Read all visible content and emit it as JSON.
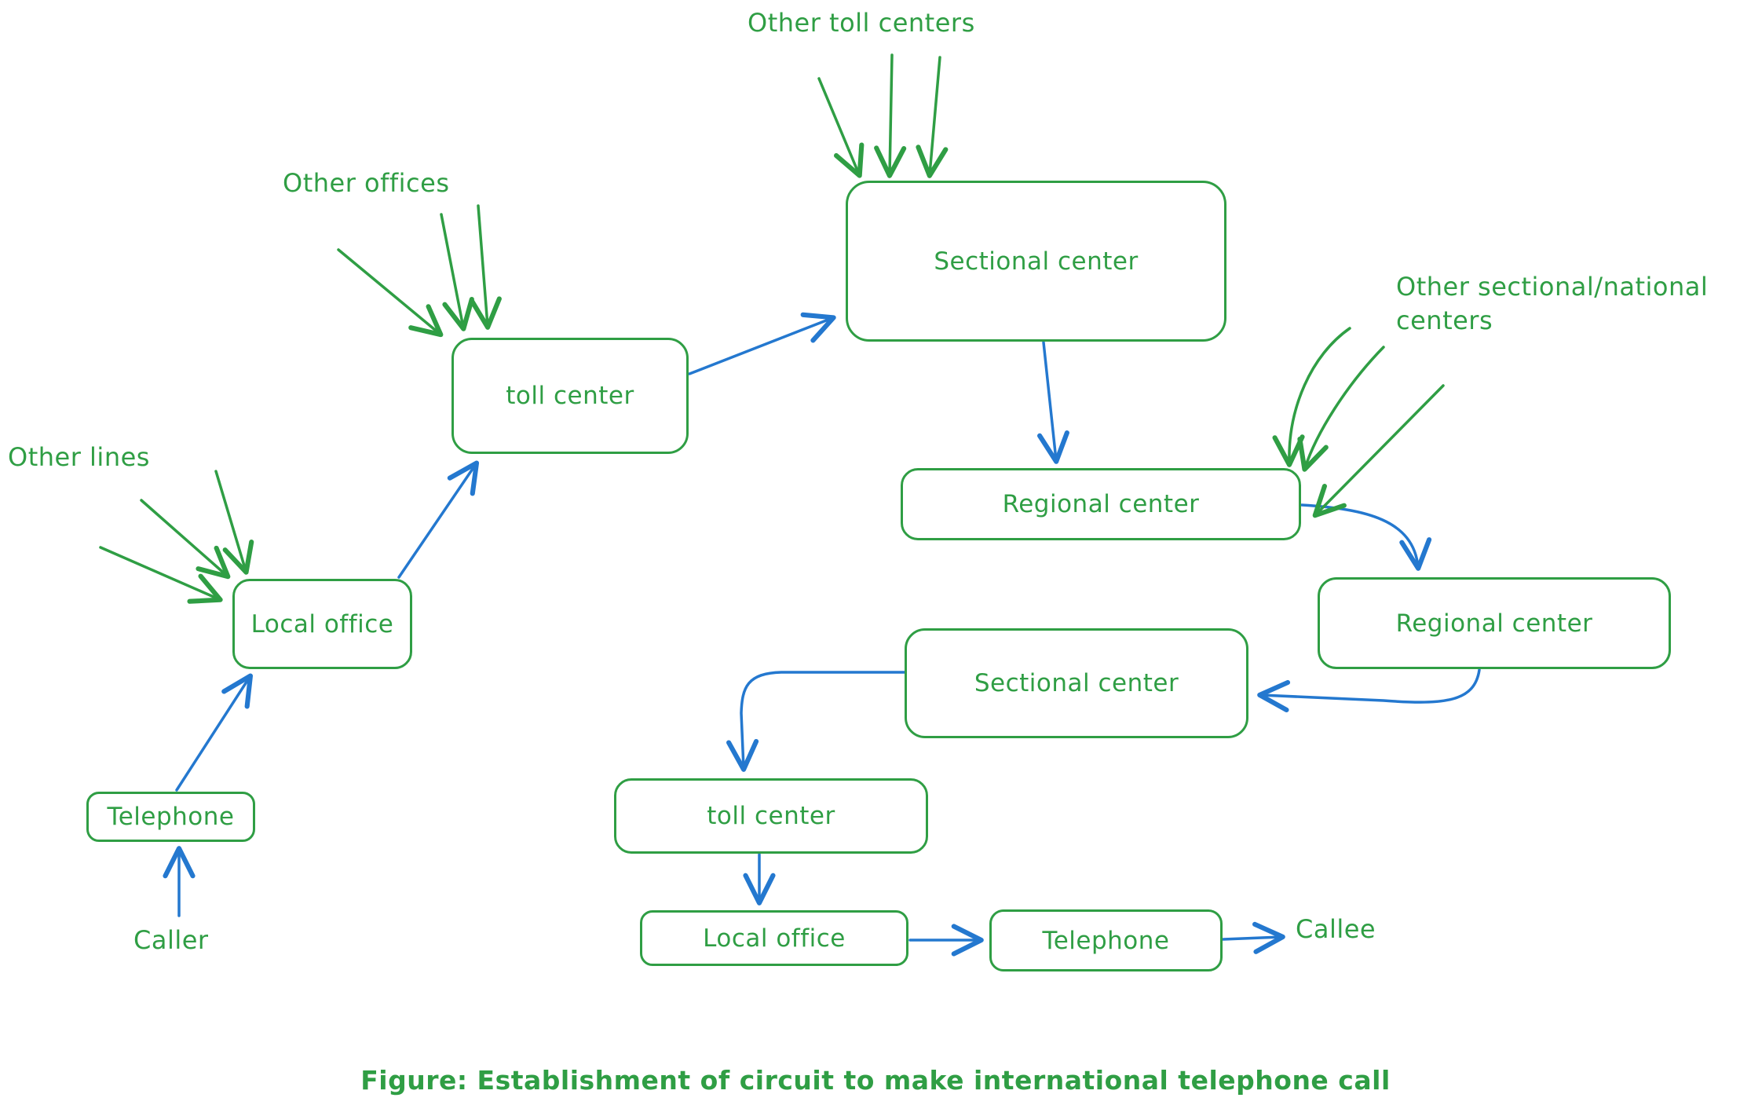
{
  "diagram": {
    "caption": "Figure: Establishment of circuit to make international telephone call",
    "colors": {
      "node_green": "#2f9e44",
      "flow_blue": "#2478cf",
      "background": "#ffffff"
    },
    "nodes": [
      {
        "id": "sectional-center-1",
        "label": "Sectional center"
      },
      {
        "id": "toll-center-1",
        "label": "toll center"
      },
      {
        "id": "local-office-1",
        "label": "Local office"
      },
      {
        "id": "telephone-1",
        "label": "Telephone"
      },
      {
        "id": "regional-center-1",
        "label": "Regional center"
      },
      {
        "id": "regional-center-2",
        "label": "Regional center"
      },
      {
        "id": "sectional-center-2",
        "label": "Sectional center"
      },
      {
        "id": "toll-center-2",
        "label": "toll center"
      },
      {
        "id": "local-office-2",
        "label": "Local office"
      },
      {
        "id": "telephone-2",
        "label": "Telephone"
      }
    ],
    "annotations": {
      "other_toll_centers": "Other toll centers",
      "other_offices": "Other offices",
      "other_lines": "Other lines",
      "other_sectional_national": "Other sectional/national centers",
      "caller": "Caller",
      "callee": "Callee"
    },
    "edges": [
      {
        "from": "Caller",
        "to": "Telephone",
        "type": "circuit"
      },
      {
        "from": "Telephone",
        "to": "Local office",
        "type": "circuit"
      },
      {
        "from": "Local office",
        "to": "toll center",
        "type": "circuit"
      },
      {
        "from": "toll center",
        "to": "Sectional center",
        "type": "circuit"
      },
      {
        "from": "Sectional center",
        "to": "Regional center",
        "type": "circuit"
      },
      {
        "from": "Regional center",
        "to": "Regional center",
        "type": "circuit"
      },
      {
        "from": "Regional center",
        "to": "Sectional center",
        "type": "circuit"
      },
      {
        "from": "Sectional center",
        "to": "toll center",
        "type": "circuit"
      },
      {
        "from": "toll center",
        "to": "Local office",
        "type": "circuit"
      },
      {
        "from": "Local office",
        "to": "Telephone",
        "type": "circuit"
      },
      {
        "from": "Telephone",
        "to": "Callee",
        "type": "circuit"
      },
      {
        "from": "Other toll centers",
        "to": "Sectional center",
        "type": "trunk",
        "count": 3
      },
      {
        "from": "Other offices",
        "to": "toll center",
        "type": "trunk",
        "count": 3
      },
      {
        "from": "Other lines",
        "to": "Local office",
        "type": "trunk",
        "count": 3
      },
      {
        "from": "Other sectional/national centers",
        "to": "Regional center",
        "type": "trunk",
        "count": 3
      }
    ]
  }
}
